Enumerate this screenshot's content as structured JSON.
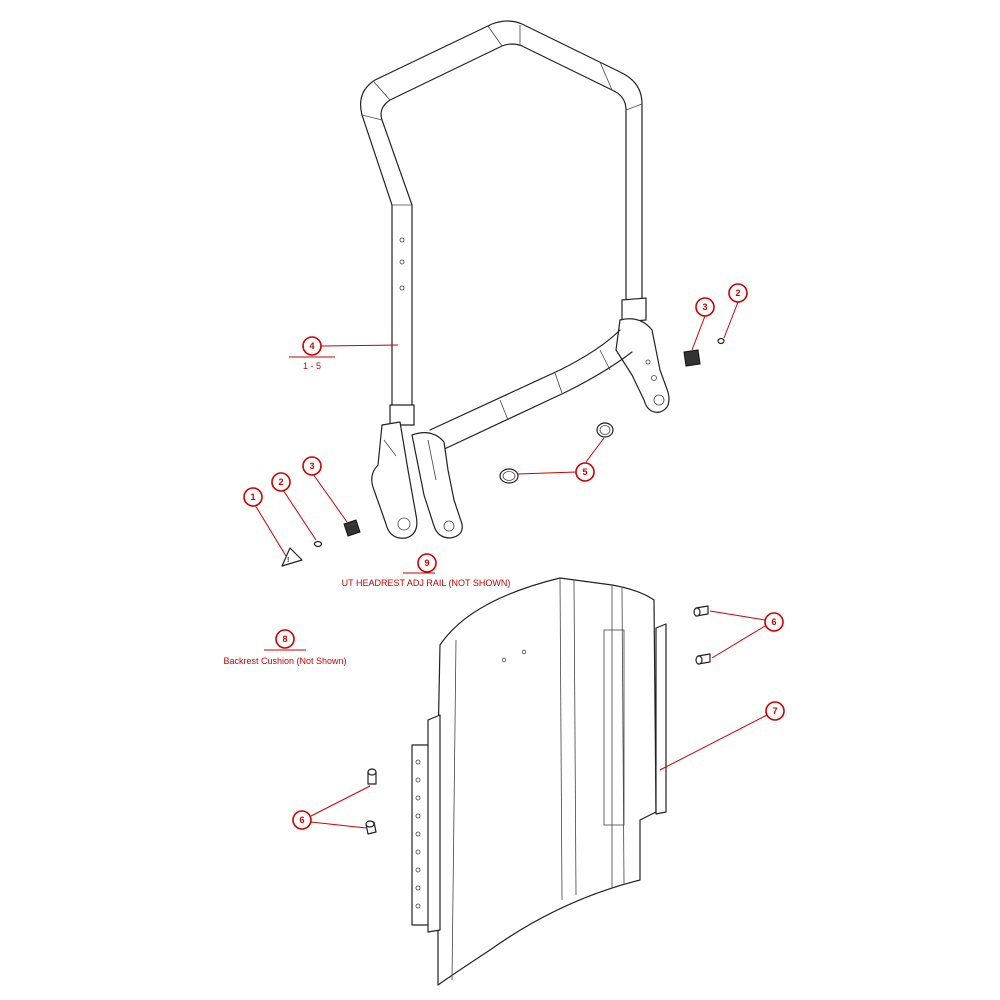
{
  "colors": {
    "callout": "#cc0000",
    "line": "#222222",
    "background": "#ffffff"
  },
  "callouts": [
    {
      "id": "c4",
      "number": "4"
    },
    {
      "id": "c2a",
      "number": "2"
    },
    {
      "id": "c3a",
      "number": "3"
    },
    {
      "id": "c1",
      "number": "1"
    },
    {
      "id": "c2b",
      "number": "2"
    },
    {
      "id": "c3b",
      "number": "3"
    },
    {
      "id": "c5",
      "number": "5"
    },
    {
      "id": "c9",
      "number": "9"
    },
    {
      "id": "c8",
      "number": "8"
    },
    {
      "id": "c6a",
      "number": "6"
    },
    {
      "id": "c7",
      "number": "7"
    },
    {
      "id": "c6b",
      "number": "6"
    }
  ],
  "captions": {
    "qty_range": "1 - 5",
    "headrest_rail": "UT HEADREST ADJ RAIL (NOT SHOWN)",
    "backrest_cushion": "Backrest Cushion (Not Shown)"
  }
}
